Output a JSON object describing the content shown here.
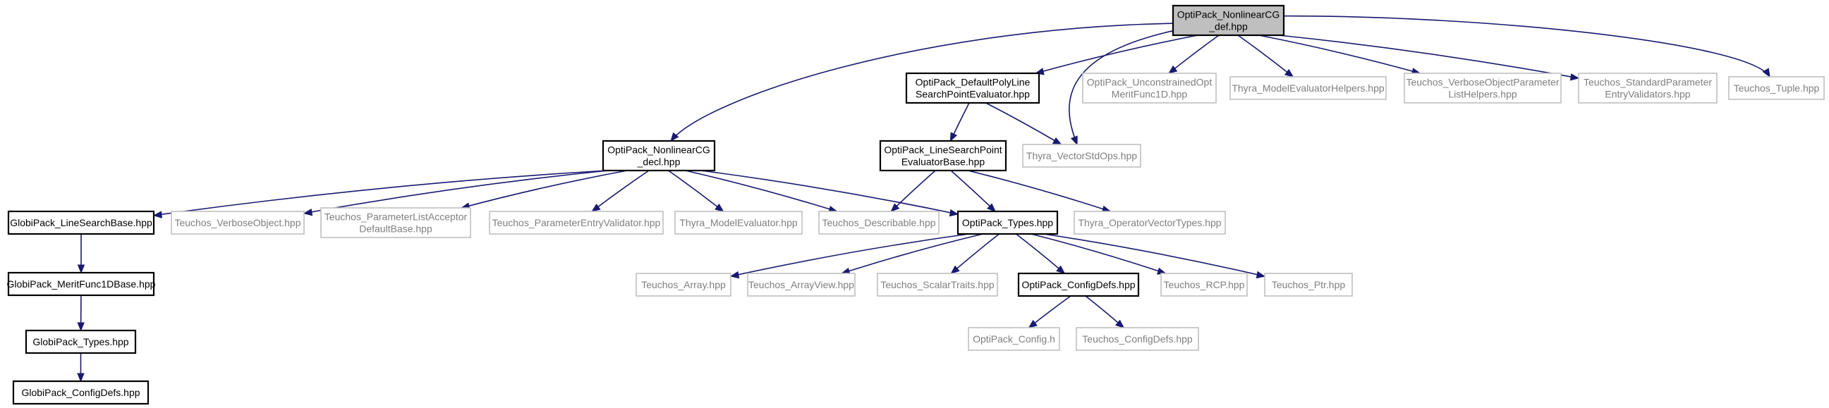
{
  "graph": {
    "nodes": [
      {
        "id": "root",
        "lines": [
          "OptiPack_NonlinearCG",
          "_def.hpp"
        ],
        "kind": "root"
      },
      {
        "id": "decl",
        "lines": [
          "OptiPack_NonlinearCG",
          "_decl.hpp"
        ],
        "kind": "doc"
      },
      {
        "id": "dpl",
        "lines": [
          "OptiPack_DefaultPolyLine",
          "SearchPointEvaluator.hpp"
        ],
        "kind": "doc"
      },
      {
        "id": "uncon",
        "lines": [
          "OptiPack_UnconstrainedOpt",
          "MeritFunc1D.hpp"
        ],
        "kind": "ext"
      },
      {
        "id": "tmeh",
        "lines": [
          "Thyra_ModelEvaluatorHelpers.hpp"
        ],
        "kind": "ext"
      },
      {
        "id": "tvop",
        "lines": [
          "Teuchos_VerboseObjectParameter",
          "ListHelpers.hpp"
        ],
        "kind": "ext"
      },
      {
        "id": "tspe",
        "lines": [
          "Teuchos_StandardParameter",
          "EntryValidators.hpp"
        ],
        "kind": "ext"
      },
      {
        "id": "ttup",
        "lines": [
          "Teuchos_Tuple.hpp"
        ],
        "kind": "ext"
      },
      {
        "id": "lspe",
        "lines": [
          "OptiPack_LineSearchPoint",
          "EvaluatorBase.hpp"
        ],
        "kind": "doc"
      },
      {
        "id": "tvso",
        "lines": [
          "Thyra_VectorStdOps.hpp"
        ],
        "kind": "ext"
      },
      {
        "id": "glsb",
        "lines": [
          "GlobiPack_LineSearchBase.hpp"
        ],
        "kind": "doc"
      },
      {
        "id": "tvo",
        "lines": [
          "Teuchos_VerboseObject.hpp"
        ],
        "kind": "ext"
      },
      {
        "id": "tpla",
        "lines": [
          "Teuchos_ParameterListAcceptor",
          "DefaultBase.hpp"
        ],
        "kind": "ext"
      },
      {
        "id": "tpev",
        "lines": [
          "Teuchos_ParameterEntryValidator.hpp"
        ],
        "kind": "ext"
      },
      {
        "id": "tme",
        "lines": [
          "Thyra_ModelEvaluator.hpp"
        ],
        "kind": "ext"
      },
      {
        "id": "tdes",
        "lines": [
          "Teuchos_Describable.hpp"
        ],
        "kind": "ext"
      },
      {
        "id": "otyp",
        "lines": [
          "OptiPack_Types.hpp"
        ],
        "kind": "doc"
      },
      {
        "id": "tovt",
        "lines": [
          "Thyra_OperatorVectorTypes.hpp"
        ],
        "kind": "ext"
      },
      {
        "id": "gmf",
        "lines": [
          "GlobiPack_MeritFunc1DBase.hpp"
        ],
        "kind": "doc"
      },
      {
        "id": "gtyp",
        "lines": [
          "GlobiPack_Types.hpp"
        ],
        "kind": "doc"
      },
      {
        "id": "gcd",
        "lines": [
          "GlobiPack_ConfigDefs.hpp"
        ],
        "kind": "doc"
      },
      {
        "id": "tarr",
        "lines": [
          "Teuchos_Array.hpp"
        ],
        "kind": "ext"
      },
      {
        "id": "tav",
        "lines": [
          "Teuchos_ArrayView.hpp"
        ],
        "kind": "ext"
      },
      {
        "id": "tst",
        "lines": [
          "Teuchos_ScalarTraits.hpp"
        ],
        "kind": "ext"
      },
      {
        "id": "ocd",
        "lines": [
          "OptiPack_ConfigDefs.hpp"
        ],
        "kind": "doc"
      },
      {
        "id": "trcp",
        "lines": [
          "Teuchos_RCP.hpp"
        ],
        "kind": "ext"
      },
      {
        "id": "tptr",
        "lines": [
          "Teuchos_Ptr.hpp"
        ],
        "kind": "ext"
      },
      {
        "id": "ocfg",
        "lines": [
          "OptiPack_Config.h"
        ],
        "kind": "ext"
      },
      {
        "id": "tcd",
        "lines": [
          "Teuchos_ConfigDefs.hpp"
        ],
        "kind": "ext"
      }
    ],
    "edges": [
      [
        "root",
        "decl"
      ],
      [
        "root",
        "dpl"
      ],
      [
        "root",
        "tvso"
      ],
      [
        "root",
        "uncon"
      ],
      [
        "root",
        "tmeh"
      ],
      [
        "root",
        "tvop"
      ],
      [
        "root",
        "tspe"
      ],
      [
        "root",
        "ttup"
      ],
      [
        "decl",
        "glsb"
      ],
      [
        "decl",
        "tvo"
      ],
      [
        "decl",
        "tpla"
      ],
      [
        "decl",
        "tpev"
      ],
      [
        "decl",
        "tme"
      ],
      [
        "decl",
        "tdes"
      ],
      [
        "decl",
        "otyp"
      ],
      [
        "dpl",
        "lspe"
      ],
      [
        "dpl",
        "tvso"
      ],
      [
        "lspe",
        "tdes"
      ],
      [
        "lspe",
        "otyp"
      ],
      [
        "lspe",
        "tovt"
      ],
      [
        "glsb",
        "gmf"
      ],
      [
        "gmf",
        "gtyp"
      ],
      [
        "gtyp",
        "gcd"
      ],
      [
        "otyp",
        "tarr"
      ],
      [
        "otyp",
        "tav"
      ],
      [
        "otyp",
        "tst"
      ],
      [
        "otyp",
        "ocd"
      ],
      [
        "otyp",
        "trcp"
      ],
      [
        "otyp",
        "tptr"
      ],
      [
        "ocd",
        "ocfg"
      ],
      [
        "ocd",
        "tcd"
      ]
    ]
  }
}
